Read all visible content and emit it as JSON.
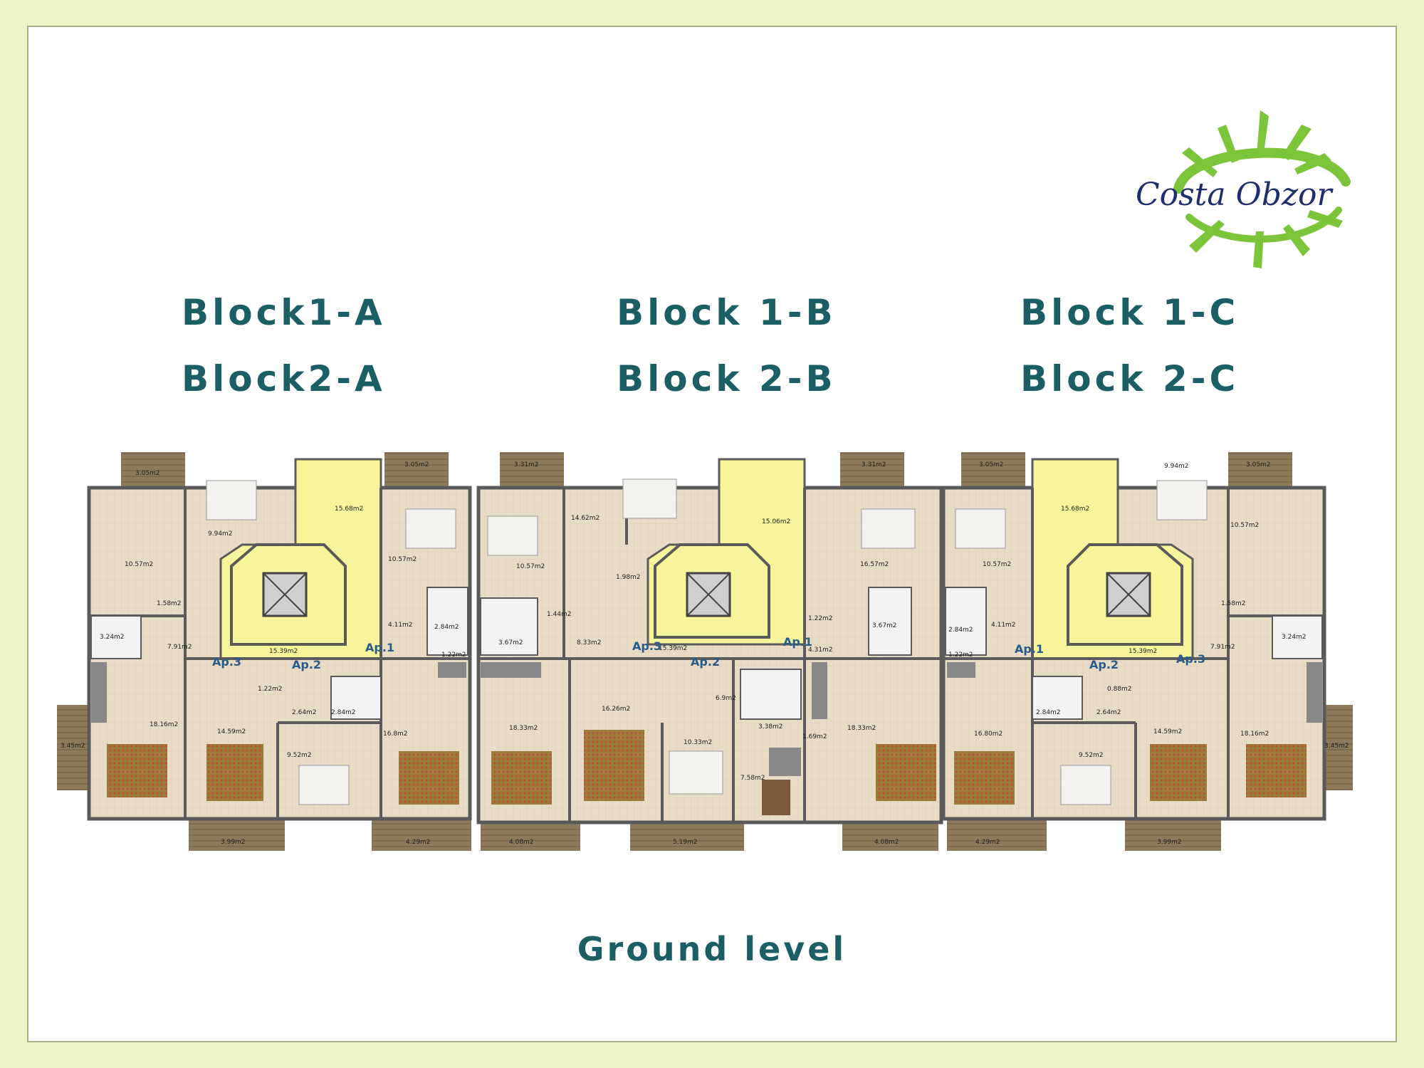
{
  "header": {
    "logo_text": "Costa Obzor",
    "titles": {
      "a1": "Block1-A",
      "a2": "Block2-A",
      "b1": "Block 1-B",
      "b2": "Block 2-B",
      "c1": "Block 1-C",
      "c2": "Block 2-C"
    }
  },
  "footer": {
    "level": "Ground level"
  },
  "colors": {
    "title": "#1b5e64",
    "page_bg": "#eef3c8",
    "floor": "#e8dcc6",
    "stair_hall": "#f6f59b",
    "balcony": "#8c7a5a",
    "wall": "#5a5a5a",
    "logo_green": "#7cc43a",
    "logo_text": "#1f2f6e"
  },
  "plan": {
    "apartment_labels": [
      "Ap.3",
      "Ap.2",
      "Ap.1",
      "Ap.3",
      "Ap.2",
      "Ap.1",
      "Ap.1",
      "Ap.2",
      "Ap.3"
    ],
    "areas": {
      "a_top_left_balcony": "3.05m2",
      "a_bed_left": "9.94m2",
      "a_living_left": "10.57m2",
      "a_bath_small": "1.58m2",
      "a_bath_left": "3.24m2",
      "a_hall_left": "7.91m2",
      "a_stair": "15.68m2",
      "a_stair_hall": "15.39m2",
      "a_top_right_balcony": "3.05m2",
      "a_bed_right": "10.57m2",
      "a_hall_right": "4.11m2",
      "a_bath_right": "2.84m2",
      "a_bath_right_small": "1.22m2",
      "a_kitchen_left": "18.16m2",
      "a_side_balcony": "3.45m2",
      "a_ap2_bath": "1.22m2",
      "a_ap2_living": "14.59m2",
      "a_ap2_hall": "2.64m2",
      "a_ap2_bath2": "2.84m2",
      "a_ap2_bed": "9.52m2",
      "a_kitchen_right": "16.8m2",
      "a_bottom_balcony_left": "3.99m2",
      "a_bottom_balcony_right": "4.29m2",
      "b_top_balcony_left": "3.31m2",
      "b_bed_top": "14.62m2",
      "b_living_left": "10.57m2",
      "b_small": "1.98m2",
      "b_stair": "15.06m2",
      "b_bath_left": "3.67m2",
      "b_bath_left_small": "1.44m2",
      "b_hall": "8.33m2",
      "b_stair_hall": "15.39m2",
      "b_top_balcony_right": "3.31m2",
      "b_bed_right": "16.57m2",
      "b_bath_right_small": "1.22m2",
      "b_bath_right": "3.67m2",
      "b_hall_right": "4.31m2",
      "b_kitchen_left": "18.33m2",
      "b_living_mid": "16.26m2",
      "b_hall_mid": "6.9m2",
      "b_bed_mid": "10.33m2",
      "b_bath_mid": "3.38m2",
      "b_bath_mid_small": "1.69m2",
      "b_kitchen_mid": "7.58m2",
      "b_kitchen_right": "18.33m2",
      "b_bottom_balcony_left": "4.08m2",
      "b_bottom_balcony_mid": "5.19m2",
      "b_bottom_balcony_right": "4.08m2",
      "c_top_balcony_left": "3.05m2",
      "c_stair": "15.68m2",
      "c_bed_top": "9.94m2",
      "c_top_balcony_right": "3.05m2",
      "c_living_left": "10.57m2",
      "c_living_right": "10.57m2",
      "c_bath_left": "2.84m2",
      "c_hall_left": "4.11m2",
      "c_bath_left_small": "1.22m2",
      "c_bath_right_small": "1.58m2",
      "c_bath_right": "3.24m2",
      "c_hall_right": "7.91m2",
      "c_stair_hall": "15.39m2",
      "c_ap2_bath": "0.88m2",
      "c_ap2_bath2": "2.84m2",
      "c_ap2_hall": "2.64m2",
      "c_kitchen_left": "16.80m2",
      "c_ap2_living": "14.59m2",
      "c_kitchen_right": "18.16m2",
      "c_side_balcony": "3.45m2",
      "c_ap2_bed": "9.52m2",
      "c_bottom_balcony_left": "4.29m2",
      "c_bottom_balcony_right": "3.99m2"
    }
  }
}
